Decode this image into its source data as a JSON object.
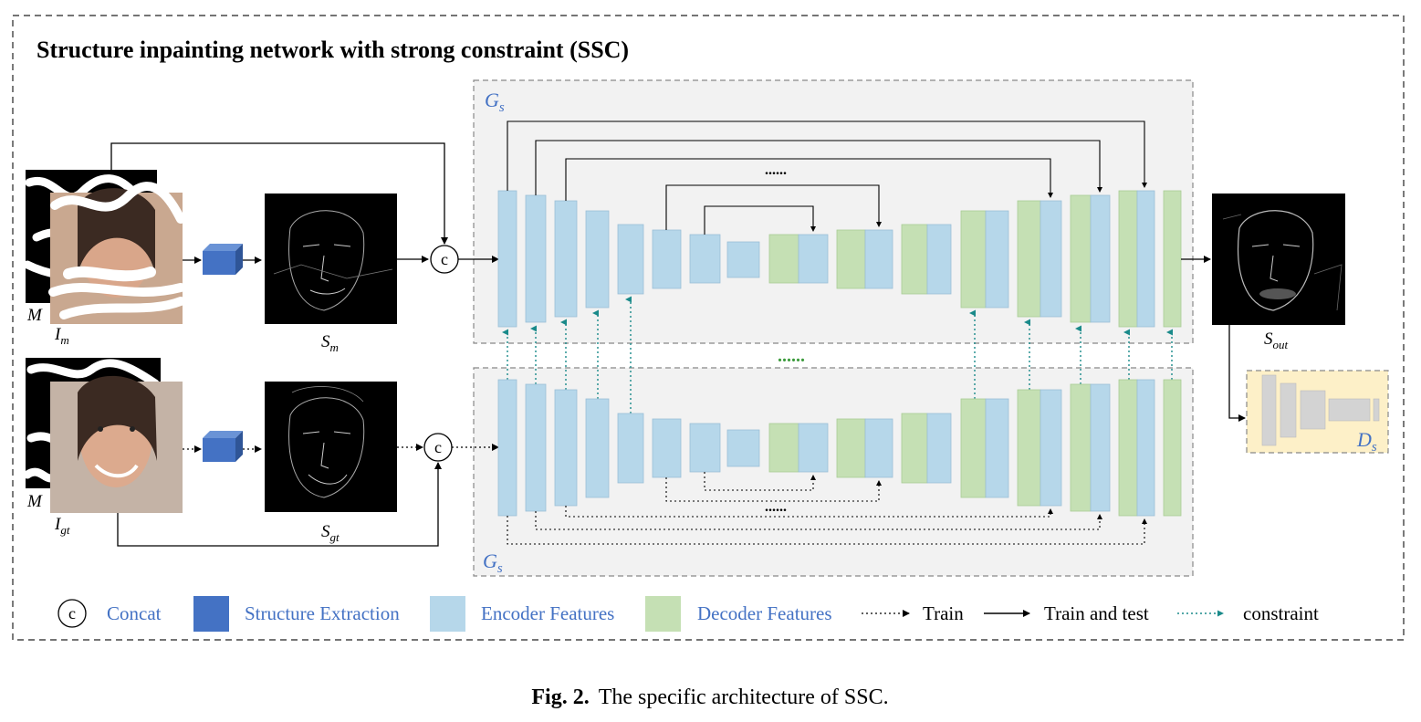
{
  "title": "Structure inpainting network with strong constraint (SSC)",
  "generator_label_main": "G",
  "generator_label_sub": "s",
  "discriminator_label_main": "D",
  "discriminator_label_sub": "s",
  "concat_symbol": "c",
  "dots": "......",
  "inputs": {
    "mask_label": "M",
    "im_main": "I",
    "im_sub": "m",
    "igt_main": "I",
    "igt_sub": "gt",
    "sm_main": "S",
    "sm_sub": "m",
    "sgt_main": "S",
    "sgt_sub": "gt",
    "sout_main": "S",
    "sout_sub": "out"
  },
  "legend": {
    "concat": "Concat",
    "structure_extraction": "Structure Extraction",
    "encoder": "Encoder Features",
    "decoder": "Decoder Features",
    "train": "Train",
    "train_and_test": "Train and test",
    "constraint": "constraint"
  },
  "caption": {
    "prefix": "Fig. 2.",
    "text": "The specific architecture of SSC."
  },
  "colors": {
    "encoder": "#b6d7ea",
    "decoder": "#c5e0b4",
    "structure": "#4472c4",
    "label_blue": "#4472c4",
    "constraint": "#1a8a8a",
    "panel": "#f2f2f2",
    "disc_panel": "#fdf0c8"
  }
}
